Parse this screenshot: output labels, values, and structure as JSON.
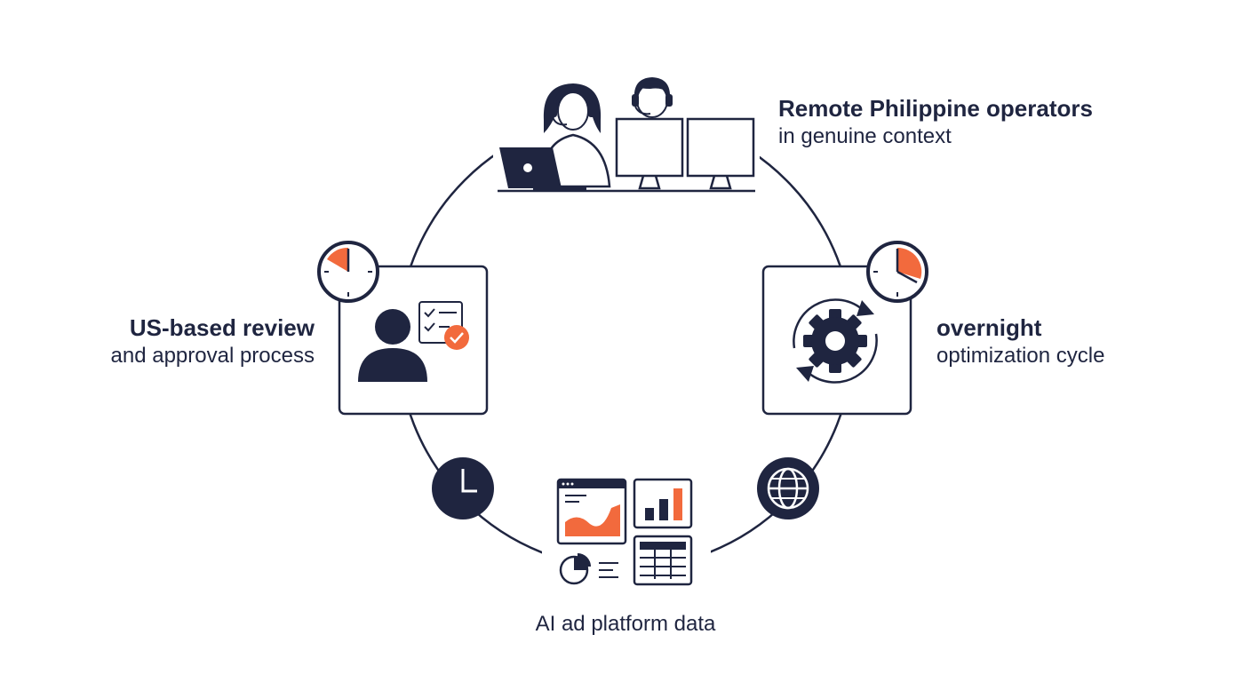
{
  "colors": {
    "ink": "#1f2540",
    "accent": "#f26a3d",
    "paper": "#ffffff"
  },
  "nodes": {
    "operators": {
      "title": "Remote Philippine operators",
      "subtitle": "in genuine context",
      "icon": "operators-at-workstations-icon"
    },
    "review": {
      "title": "US-based review",
      "subtitle": "and approval process",
      "icon": "reviewer-checklist-icon"
    },
    "optimization": {
      "title": "overnight",
      "subtitle": "optimization cycle",
      "icon": "gear-cycle-icon"
    },
    "data": {
      "title": "AI ad platform data",
      "icon": "dashboard-charts-icon"
    }
  },
  "badges": [
    "timer-icon",
    "timer-icon",
    "clock-icon",
    "globe-icon"
  ]
}
